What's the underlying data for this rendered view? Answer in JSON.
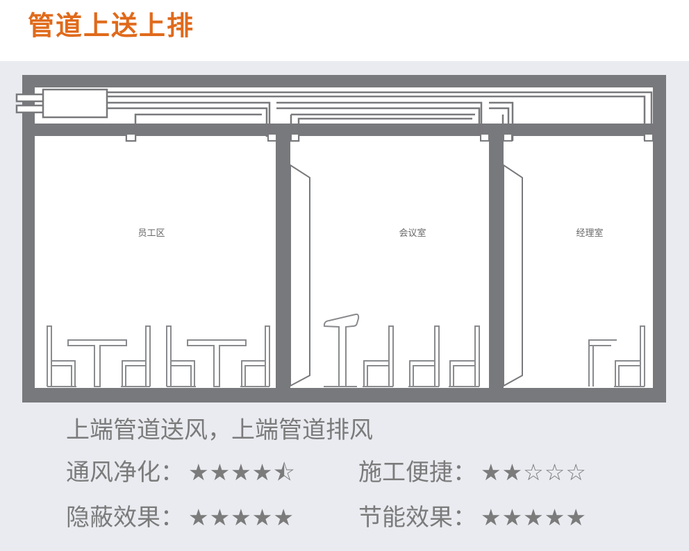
{
  "title": "管道上送上排",
  "rooms": [
    {
      "label": "员工区"
    },
    {
      "label": "会议室"
    },
    {
      "label": "经理室"
    }
  ],
  "caption": "上端管道送风，上端管道排风",
  "ratings": [
    {
      "label": "通风净化：",
      "stars": "★★★★⯪",
      "value": 4.5
    },
    {
      "label": "施工便捷：",
      "stars": "★★☆☆☆",
      "value": 2
    },
    {
      "label": "隐蔽效果：",
      "stars": "★★★★★",
      "value": 5
    },
    {
      "label": "节能效果：",
      "stars": "★★★★★",
      "value": 5
    }
  ],
  "colors": {
    "title": "#e06a1b",
    "wall": "#78797c",
    "panel_bg": "#e9ebf0",
    "text": "#7b7b7b"
  }
}
